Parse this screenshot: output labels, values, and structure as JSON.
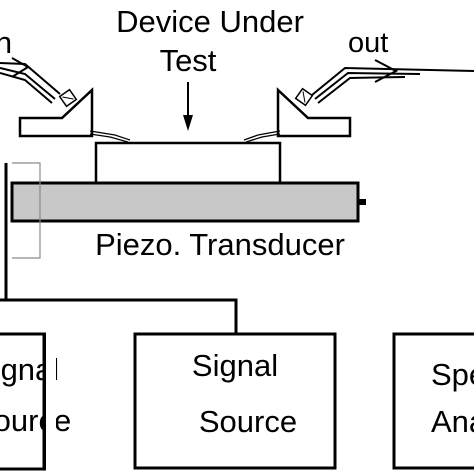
{
  "labels": {
    "dut_line1": "Device Under",
    "dut_line2": "Test",
    "in_fragment": "in",
    "out": "out",
    "transducer": "Piezo. Transducer"
  },
  "boxes": {
    "left_line1": "Signal",
    "left_line2": "Source",
    "center_line1": "Signal",
    "center_line2": "Source",
    "right_line1": "Spectrum",
    "right_line2": "Analyzer"
  },
  "colors": {
    "ink": "#000000",
    "transducer_fill": "#c8c8c8",
    "guide_line": "#8a8a8a",
    "background": "#ffffff"
  }
}
